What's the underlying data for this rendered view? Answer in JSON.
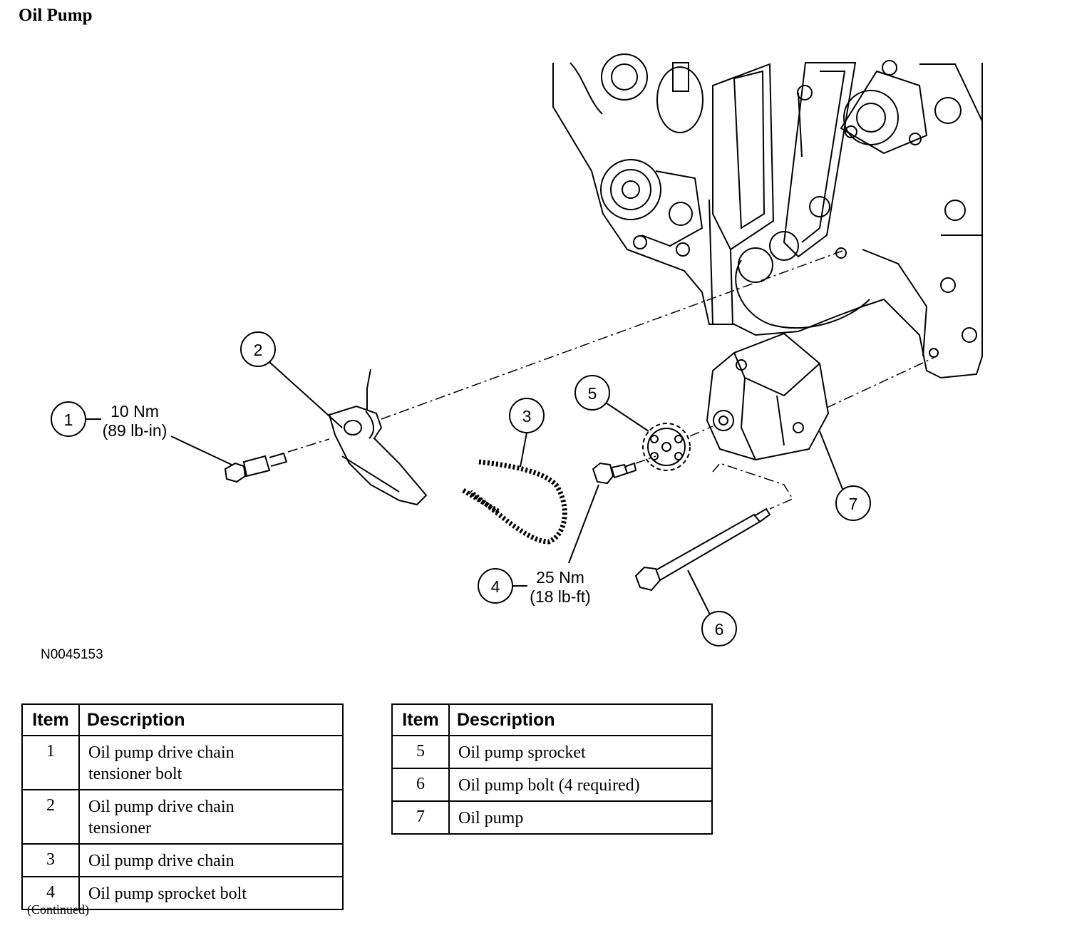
{
  "page": {
    "title": "Oil Pump",
    "continued": "(Continued)"
  },
  "figure": {
    "id": "N0045153",
    "callouts": [
      {
        "num": "1",
        "torque_nm": "10 Nm",
        "torque_imperial": "(89 lb-in)"
      },
      {
        "num": "2"
      },
      {
        "num": "3"
      },
      {
        "num": "4",
        "torque_nm": "25 Nm",
        "torque_imperial": "(18 lb-ft)"
      },
      {
        "num": "5"
      },
      {
        "num": "6"
      },
      {
        "num": "7"
      }
    ]
  },
  "legend": {
    "header_item": "Item",
    "header_description": "Description",
    "left": [
      {
        "item": "1",
        "line1": "Oil pump drive chain",
        "line2": "tensioner bolt"
      },
      {
        "item": "2",
        "line1": "Oil pump drive chain",
        "line2": "tensioner"
      },
      {
        "item": "3",
        "line1": "Oil pump drive chain"
      },
      {
        "item": "4",
        "line1": "Oil pump sprocket bolt"
      }
    ],
    "right": [
      {
        "item": "5",
        "line1": "Oil pump sprocket"
      },
      {
        "item": "6",
        "line1": "Oil pump bolt (4 required)"
      },
      {
        "item": "7",
        "line1": "Oil pump"
      }
    ]
  }
}
